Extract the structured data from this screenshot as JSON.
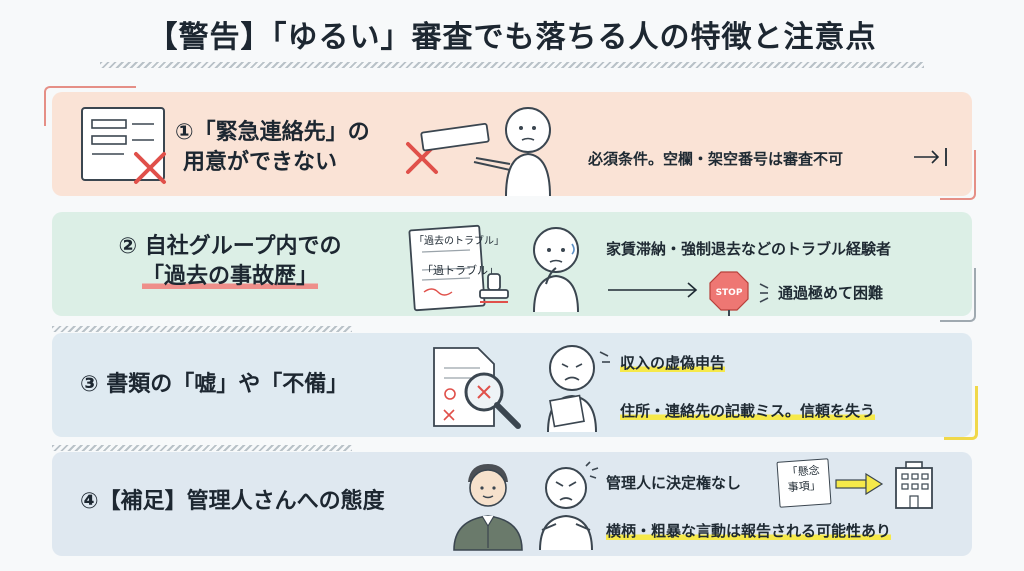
{
  "title": "【警告】「ゆるい」審査でも落ちる人の特徴と注意点",
  "colors": {
    "panel1": "#fae3d6",
    "panel2": "#dcefe6",
    "panel3": "#dfeaf1",
    "panel4": "#dfe8f0",
    "accent_red": "#e0504a",
    "accent_yellow": "#f6e94a",
    "text": "#1d2731"
  },
  "items": [
    {
      "heading_line1": "①「緊急連絡先」の",
      "heading_line2": "用意ができない",
      "note": "必須条件。空欄・架空番号は審査不可",
      "icons": [
        "form-icon",
        "x-mark-icon",
        "person-icon",
        "arrow-icon"
      ]
    },
    {
      "heading_line1": "② 自社グループ内での",
      "heading_line2": "「過去の事故歴」",
      "doc_label1": "「過去のトラブル」",
      "doc_label2": "「過トラブル」",
      "note1": "家賃滞納・強制退去などのトラブル経験者",
      "stop_label": "STOP",
      "note2": "通過極めて困難",
      "icons": [
        "document-icon",
        "stamp-icon",
        "worried-person-icon",
        "arrow-icon",
        "stop-sign-icon"
      ]
    },
    {
      "heading": "③ 書類の「嘘」や「不備」",
      "note1": "収入の虚偽申告",
      "note2": "住所・連絡先の記載ミス。信頼を失う",
      "icons": [
        "document-icon",
        "magnifier-icon",
        "frowning-person-icon"
      ]
    },
    {
      "heading": "④【補足】管理人さんへの態度",
      "note1": "管理人に決定権なし",
      "card_line1": "「懸念",
      "card_line2": "事項」",
      "note2": "横柄・粗暴な言動は報告される可能性あり",
      "icons": [
        "manager-icon",
        "angry-person-icon",
        "arrow-icon",
        "building-icon"
      ]
    }
  ]
}
